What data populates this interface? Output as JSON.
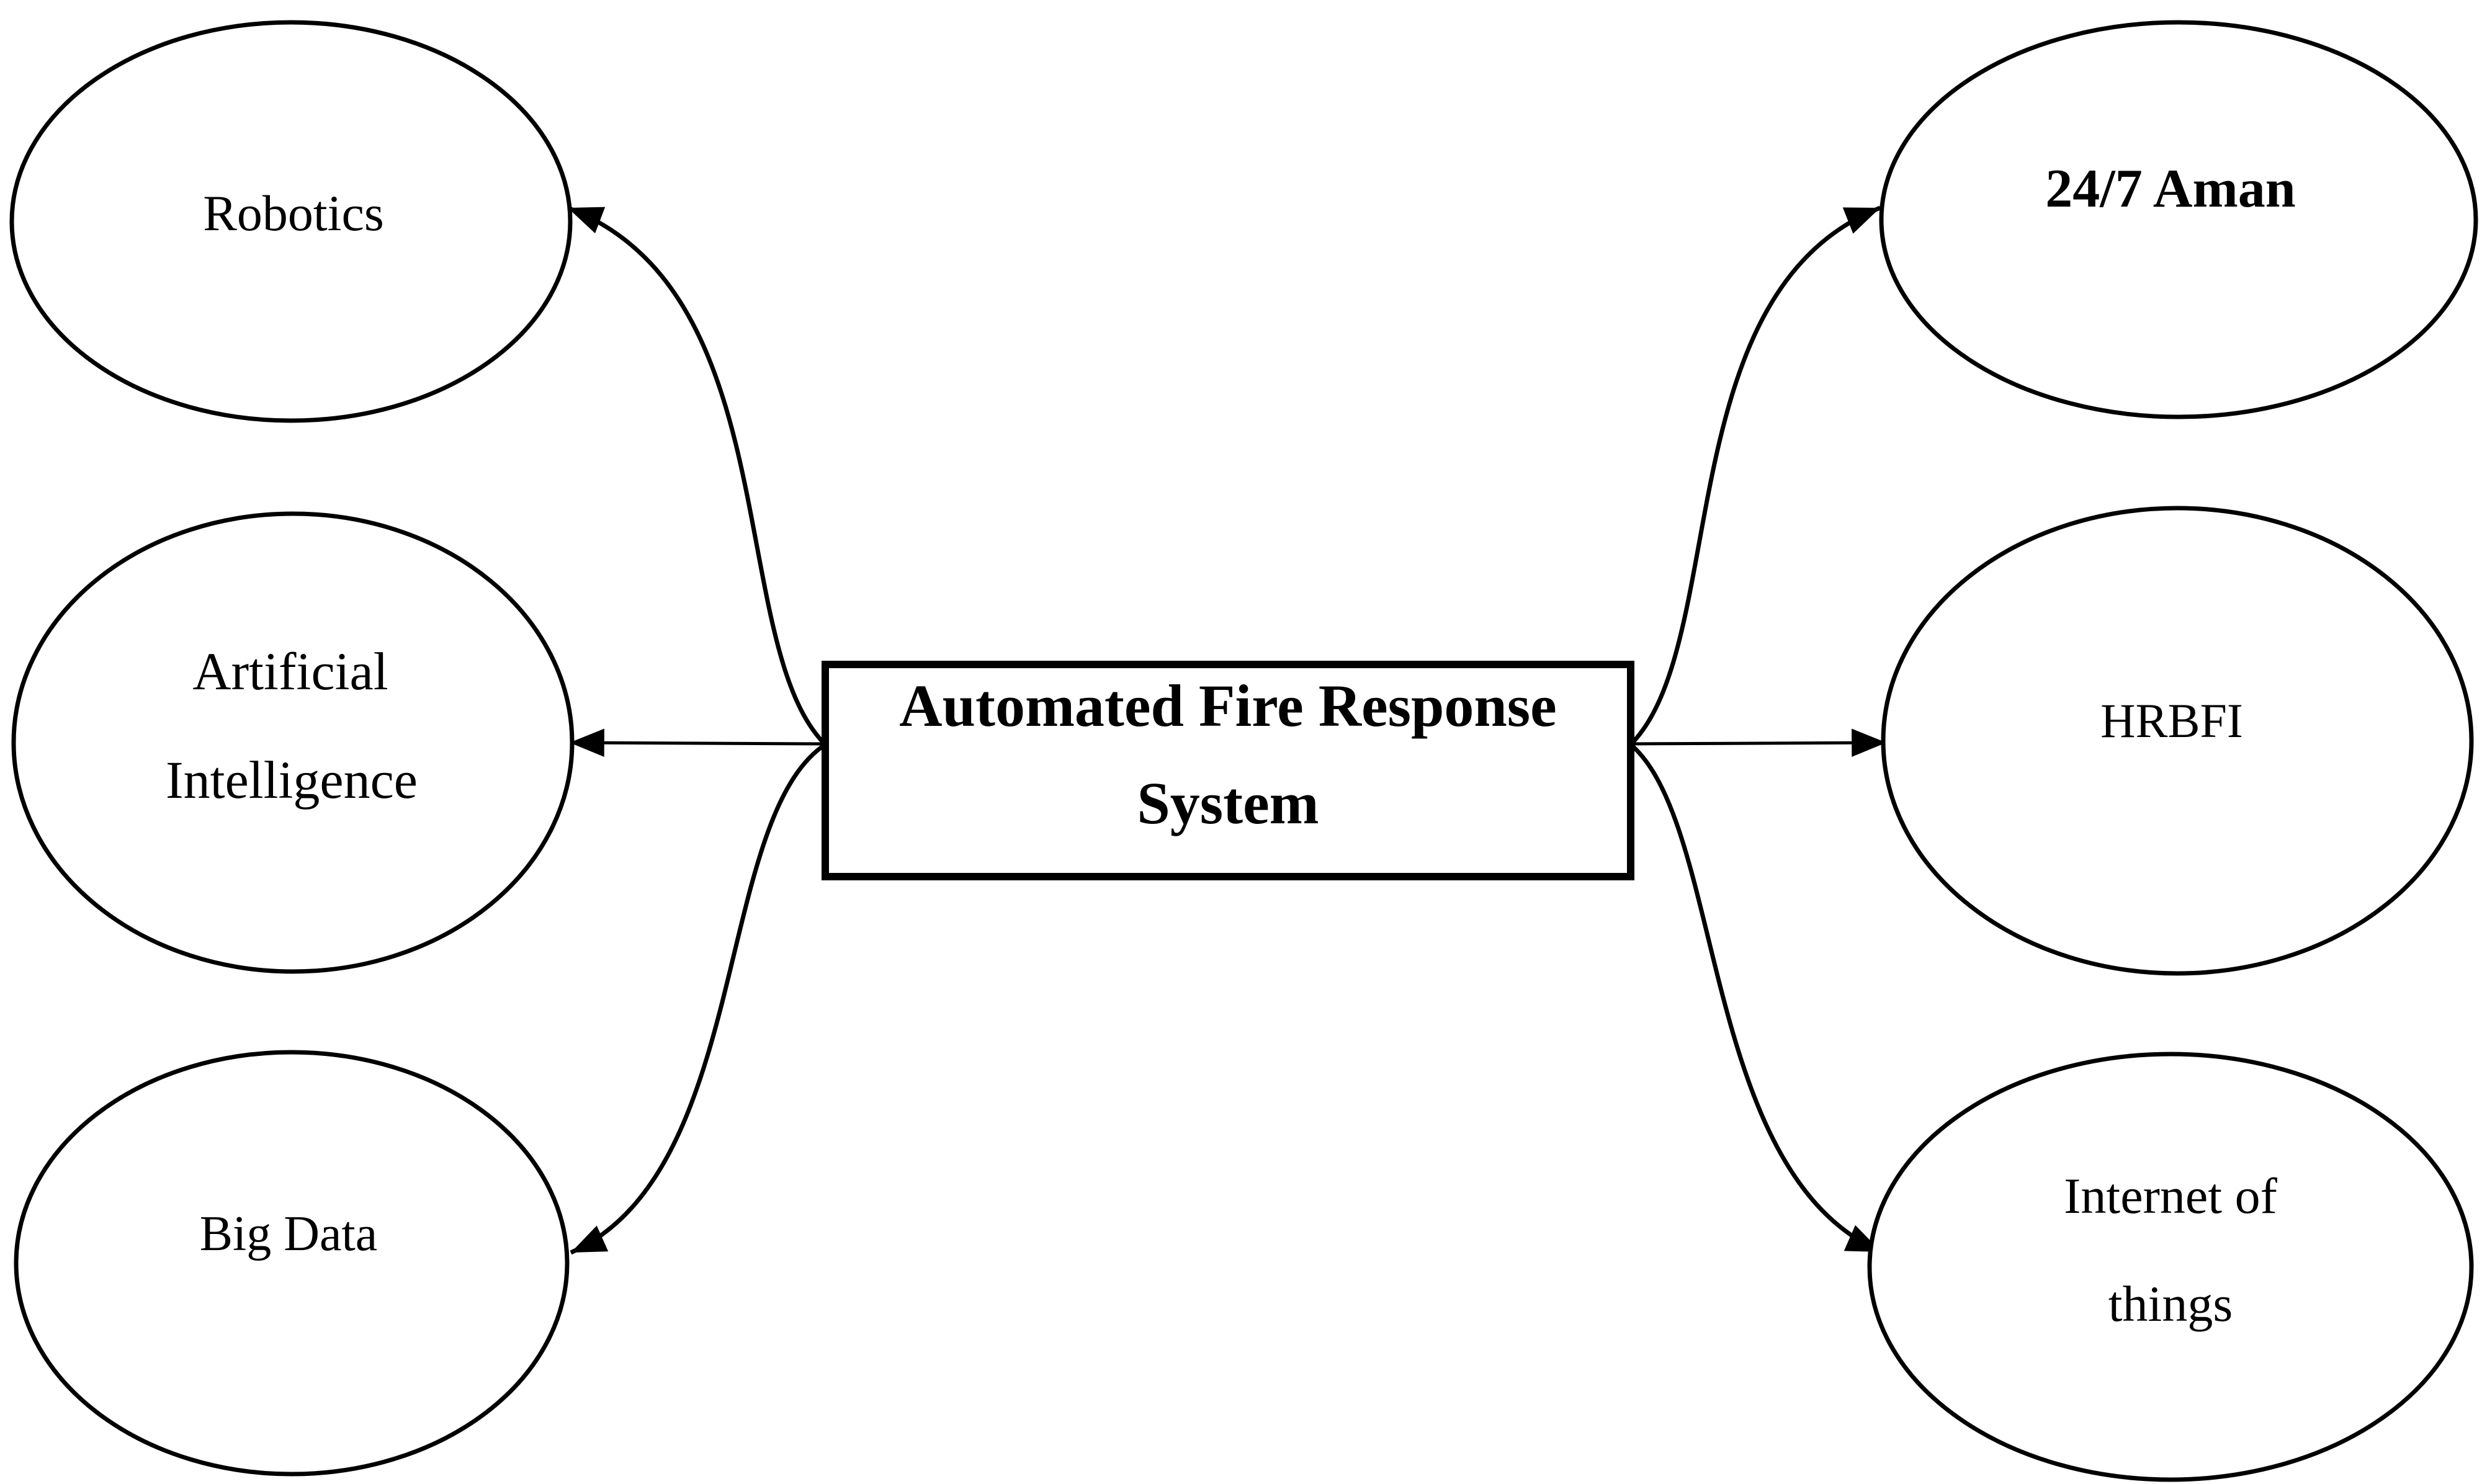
{
  "diagram": {
    "center_box": {
      "lines": [
        "Automated Fire Response",
        "System"
      ]
    },
    "left_nodes": [
      {
        "id": "robotics",
        "lines": [
          "Robotics"
        ]
      },
      {
        "id": "artificial-intelligence",
        "lines": [
          "Artificial",
          "Intelligence"
        ]
      },
      {
        "id": "big-data",
        "lines": [
          "Big Data"
        ]
      }
    ],
    "right_nodes": [
      {
        "id": "aman-24-7",
        "lines": [
          "24/7 Aman"
        ]
      },
      {
        "id": "hrbfi",
        "lines": [
          "HRBFI"
        ]
      },
      {
        "id": "internet-of-things",
        "lines": [
          "Internet of",
          "things"
        ]
      }
    ],
    "edges": [
      {
        "from": "center-box",
        "to": "robotics",
        "style": "curved"
      },
      {
        "from": "center-box",
        "to": "artificial-intelligence",
        "style": "straight"
      },
      {
        "from": "center-box",
        "to": "big-data",
        "style": "curved"
      },
      {
        "from": "center-box",
        "to": "aman-24-7",
        "style": "curved"
      },
      {
        "from": "center-box",
        "to": "hrbfi",
        "style": "straight"
      },
      {
        "from": "center-box",
        "to": "internet-of-things",
        "style": "curved"
      }
    ],
    "colors": {
      "line": "#000000",
      "accent_green": "#3a5a26",
      "background": "#ffffff"
    }
  }
}
